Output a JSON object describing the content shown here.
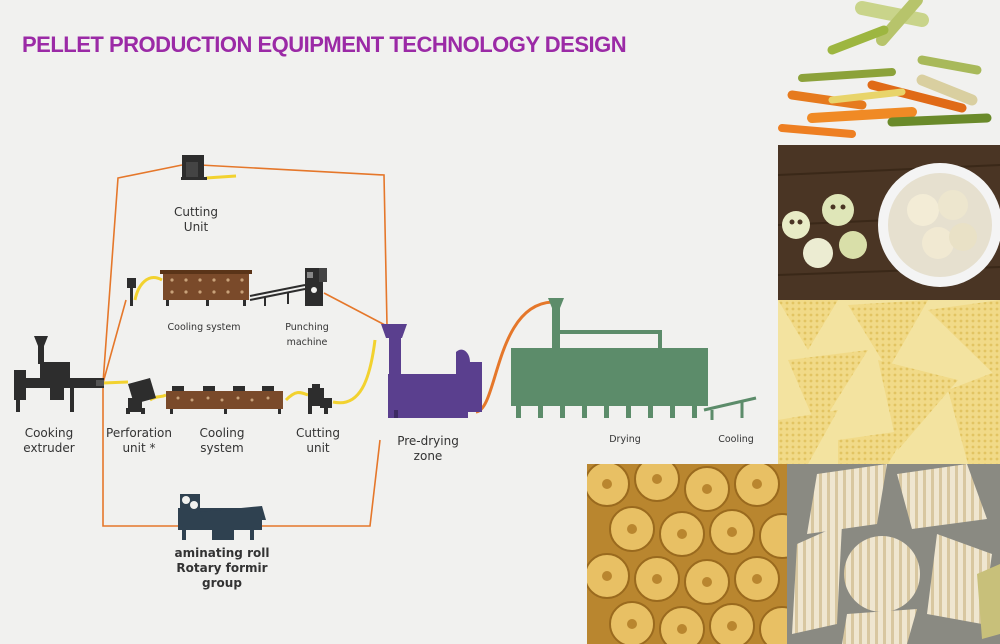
{
  "title": "PELLET PRODUCTION EQUIPMENT TECHNOLOGY DESIGN",
  "labels": {
    "cooking_extruder": [
      "Cooking",
      "extruder"
    ],
    "cutting_unit_top": [
      "Cutting",
      "Unit"
    ],
    "cooling_system_top": "Cooling system",
    "punching_machine": [
      "Punching",
      "machine"
    ],
    "perforation_unit": [
      "Perforation",
      "unit *"
    ],
    "cooling_system_mid": [
      "Cooling",
      "system"
    ],
    "cutting_unit_mid": [
      "Cutting",
      "unit"
    ],
    "laminating_group": [
      "aminating roll",
      "Rotary formir",
      "group"
    ],
    "pre_drying_zone": [
      "Pre-drying",
      "zone"
    ],
    "drying": "Drying",
    "cooling": "Cooling"
  },
  "colors": {
    "title": "#9b2aa6",
    "flow_line": "#e5772a",
    "product_line": "#f2d22f",
    "machine_dark": "#2d2d2d",
    "cooling_belt": "#7a4a2a",
    "pre_dryer": "#5a3f8e",
    "dryer": "#5c8c6a",
    "laminator": "#2f4150"
  },
  "photos": [
    {
      "name": "tube-pellets-photo",
      "subject": "colored tube pellets"
    },
    {
      "name": "face-pellets-photo",
      "subject": "smiley face pellets in bowl"
    },
    {
      "name": "triangle-mesh-pellets-photo",
      "subject": "triangle mesh pellets"
    },
    {
      "name": "wheel-pellets-photo",
      "subject": "wheel pellets"
    },
    {
      "name": "wavy-chips-photo",
      "subject": "wavy chip pellets"
    }
  ]
}
